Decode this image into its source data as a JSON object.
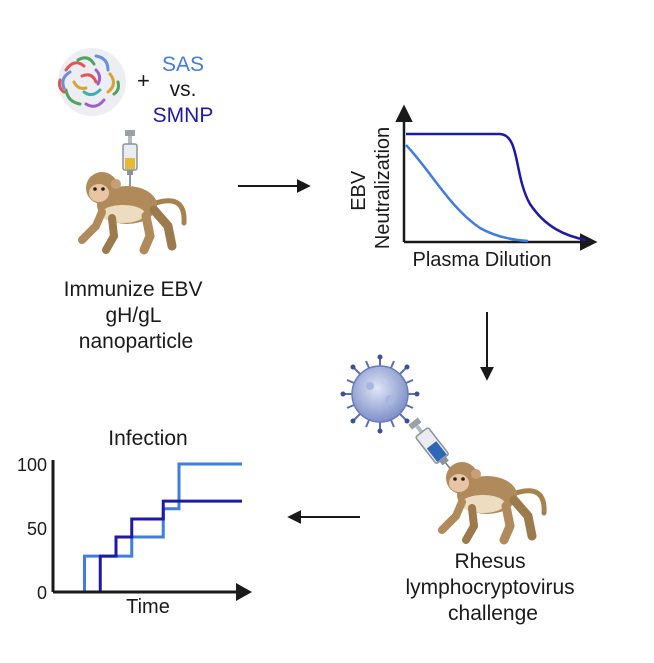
{
  "step1": {
    "plus": "+",
    "adjuvant_a": "SAS",
    "versus": "vs.",
    "adjuvant_b": "SMNP",
    "caption_lines": [
      "Immunize EBV",
      "gH/gL",
      "nanoparticle"
    ]
  },
  "neutralization_plot": {
    "ylabel_lines": [
      "EBV",
      "Neutralization"
    ],
    "xlabel": "Plasma Dilution"
  },
  "challenge": {
    "caption_lines": [
      "Rhesus",
      "lymphocryptovirus",
      "challenge"
    ]
  },
  "colors": {
    "sas": "#3f7de0",
    "smnp": "#1f1aa6",
    "arrow": "#1a1a1a",
    "monkey": "#b08a5a"
  },
  "chart_data": {
    "type": "line",
    "title": "Infection",
    "xlabel": "Time",
    "ylabel": "",
    "ylim": [
      0,
      100
    ],
    "yticks": [
      0,
      50,
      100
    ],
    "x": [
      0,
      1,
      2,
      3,
      4,
      5,
      6,
      7,
      8,
      9,
      10,
      11,
      12
    ],
    "series": [
      {
        "name": "",
        "color": "#3f7de0",
        "values": [
          0,
          0,
          28,
          28,
          28,
          43,
          43,
          65,
          100,
          100,
          100,
          100,
          100
        ]
      },
      {
        "name": "",
        "color": "#1f1aa6",
        "values": [
          0,
          0,
          0,
          28,
          43,
          57,
          57,
          71,
          71,
          71,
          71,
          71,
          71
        ]
      }
    ]
  }
}
